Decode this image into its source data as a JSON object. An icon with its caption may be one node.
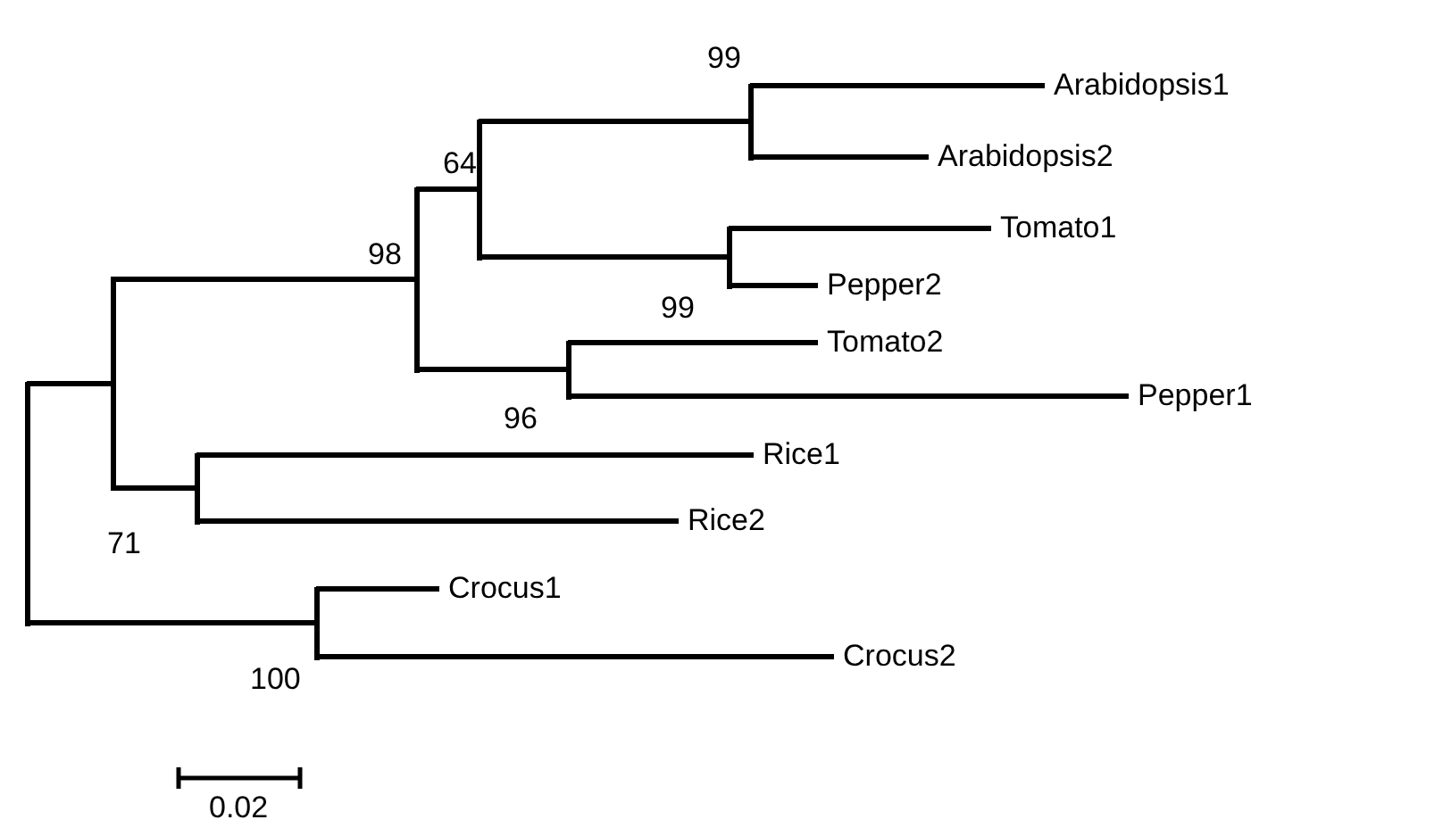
{
  "diagram": {
    "nodes": [
      {
        "text": [],
        "shape": "bar"
      },
      {
        "text": [],
        "shape": "bar"
      },
      {
        "text": [],
        "shape": "bar",
        "beside": [
          "98"
        ]
      },
      {
        "text": [],
        "shape": "bar",
        "beside": [
          "64"
        ]
      },
      {
        "text": [],
        "shape": "bar",
        "beside": [
          "99"
        ]
      },
      {
        "text": [
          "Arabidopsis1"
        ]
      },
      {
        "text": [
          "Arabidopsis2"
        ]
      },
      {
        "text": [],
        "shape": "bar",
        "beside": [
          "99"
        ]
      },
      {
        "text": [
          "Tomato1"
        ]
      },
      {
        "text": [
          "Pepper2"
        ]
      },
      {
        "text": [],
        "shape": "bar",
        "beside": [
          "96"
        ]
      },
      {
        "text": [
          "Tomato2"
        ]
      },
      {
        "text": [
          "Pepper1"
        ]
      },
      {
        "text": [],
        "shape": "bar",
        "beside": [
          "71"
        ]
      },
      {
        "text": [
          "Rice1"
        ]
      },
      {
        "text": [
          "Rice2"
        ]
      },
      {
        "text": [],
        "shape": "bar",
        "beside": [
          "100"
        ]
      },
      {
        "text": [
          "Crocus1"
        ]
      },
      {
        "text": [
          "Crocus2"
        ]
      }
    ],
    "edges": [
      {
        "from": 0,
        "to": 1,
        "arrow": "none"
      },
      {
        "from": 0,
        "to": 16,
        "arrow": "none"
      },
      {
        "from": 1,
        "to": 2,
        "arrow": "none"
      },
      {
        "from": 1,
        "to": 13,
        "arrow": "none"
      },
      {
        "from": 2,
        "to": 3,
        "arrow": "none"
      },
      {
        "from": 2,
        "to": 10,
        "arrow": "none"
      },
      {
        "from": 3,
        "to": 4,
        "arrow": "none"
      },
      {
        "from": 3,
        "to": 7,
        "arrow": "none"
      },
      {
        "from": 4,
        "to": 5,
        "arrow": "none"
      },
      {
        "from": 4,
        "to": 6,
        "arrow": "none"
      },
      {
        "from": 7,
        "to": 8,
        "arrow": "none"
      },
      {
        "from": 7,
        "to": 9,
        "arrow": "none"
      },
      {
        "from": 10,
        "to": 11,
        "arrow": "none"
      },
      {
        "from": 10,
        "to": 12,
        "arrow": "none"
      },
      {
        "from": 13,
        "to": 14,
        "arrow": "none"
      },
      {
        "from": 13,
        "to": 15,
        "arrow": "none"
      },
      {
        "from": 16,
        "to": 17,
        "arrow": "none"
      },
      {
        "from": 16,
        "to": 18,
        "arrow": "none"
      }
    ],
    "labels": [
      "0.02"
    ]
  }
}
